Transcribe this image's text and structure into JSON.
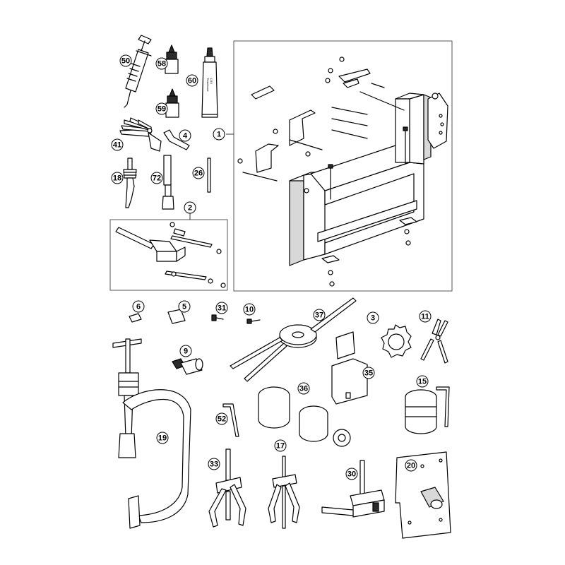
{
  "diagram": {
    "callouts": [
      {
        "id": "c50",
        "label": "50"
      },
      {
        "id": "c58",
        "label": "58"
      },
      {
        "id": "c60",
        "label": "60"
      },
      {
        "id": "c59",
        "label": "59"
      },
      {
        "id": "c41",
        "label": "41"
      },
      {
        "id": "c4",
        "label": "4"
      },
      {
        "id": "c1",
        "label": "1"
      },
      {
        "id": "c18",
        "label": "18"
      },
      {
        "id": "c72",
        "label": "72"
      },
      {
        "id": "c26",
        "label": "26"
      },
      {
        "id": "c2",
        "label": "2"
      },
      {
        "id": "c6",
        "label": "6"
      },
      {
        "id": "c5",
        "label": "5"
      },
      {
        "id": "c31",
        "label": "31"
      },
      {
        "id": "c10",
        "label": "10"
      },
      {
        "id": "c37",
        "label": "37"
      },
      {
        "id": "c3",
        "label": "3"
      },
      {
        "id": "c11",
        "label": "11"
      },
      {
        "id": "c9",
        "label": "9"
      },
      {
        "id": "c35",
        "label": "35"
      },
      {
        "id": "c36",
        "label": "36"
      },
      {
        "id": "c15",
        "label": "15"
      },
      {
        "id": "c52",
        "label": "52"
      },
      {
        "id": "c19",
        "label": "19"
      },
      {
        "id": "c17",
        "label": "17"
      },
      {
        "id": "c33",
        "label": "33"
      },
      {
        "id": "c30",
        "label": "30"
      },
      {
        "id": "c20",
        "label": "20"
      }
    ],
    "tube_label_lines": [
      "Threebond",
      "1215"
    ]
  }
}
